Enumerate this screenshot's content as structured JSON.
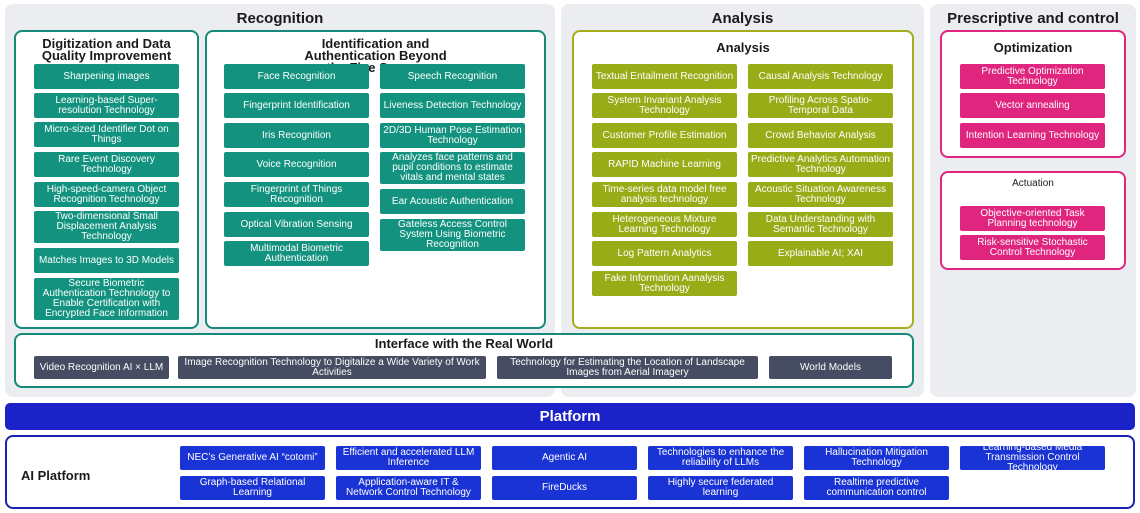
{
  "sections": {
    "recognition": "Recognition",
    "analysis": "Analysis",
    "prescriptive": "Prescriptive and control"
  },
  "digitization": {
    "title": "Digitization and Data Quality Improvement",
    "items": [
      "Sharpening images",
      "Learning-based Super-resolution Technology",
      "Micro-sized Identifier Dot on Things",
      "Rare Event Discovery Technology",
      "High-speed-camera Object Recognition Technology",
      "Two-dimensional Small Displacement Analysis Technology",
      "Matches Images to 3D Models",
      "Secure Biometric Authentication Technology to Enable Certification with Encrypted Face Information"
    ]
  },
  "identification": {
    "title": "Identification and Authentication Beyond the Five Senses",
    "left": [
      "Face Recognition",
      "Fingerprint Identification",
      "Iris Recognition",
      "Voice Recognition",
      "Fingerprint of Things Recognition",
      "Optical Vibration Sensing",
      "Multimodal Biometric Authentication"
    ],
    "right": [
      "Speech Recognition",
      "Liveness Detection Technology",
      "2D/3D Human Pose Estimation Technology",
      "Analyzes face patterns and pupil conditions to estimate vitals and mental states",
      "Ear Acoustic Authentication",
      "Gateless Access Control System Using Biometric Recognition"
    ]
  },
  "analysis_box": {
    "title": "Analysis",
    "left": [
      "Textual Entailment Recognition",
      "System Invariant Analysis Technology",
      "Customer Profile Estimation",
      "RAPID Machine Learning",
      "Time-series data model free analysis technology",
      "Heterogeneous Mixture Learning Technology",
      "Log Pattern Analytics",
      "Fake Information Aanalysis Technology"
    ],
    "right": [
      "Causal Analysis Technology",
      "Profiling Across Spatio-Temporal Data",
      "Crowd Behavior Analysis",
      "Predictive Analytics Automation Technology",
      "Acoustic Situation Awareness Technology",
      "Data Understanding with Semantic Technology",
      "Explainable AI; XAI"
    ]
  },
  "optimization": {
    "title": "Optimization",
    "items": [
      "Predictive Optimization Technology",
      "Vector annealing",
      "Intention Learning Technology"
    ]
  },
  "actuation": {
    "title": "Actuation",
    "items": [
      "Objective-oriented Task Planning technology",
      "Risk-sensitive Stochastic Control Technology"
    ]
  },
  "interface": {
    "title": "Interface with the Real World",
    "items": [
      "Video Recognition AI × LLM",
      "Image Recognition Technology to Digitalize a Wide Variety of Work Activities",
      "Technology for Estimating the Location of Landscape Images from Aerial Imagery",
      "World Models"
    ]
  },
  "platform": {
    "bar_label": "Platform",
    "ai_platform_label": "AI Platform",
    "row1": [
      "NEC’s Generative AI “cotomi”",
      "Efficient and accelerated LLM Inference",
      "Agentic AI",
      "Technologies to enhance the reliability of LLMs",
      "Hallucination Mitigation Technology",
      "Learning-based Media Transmission Control Technology"
    ],
    "row2": [
      "Graph-based Relational Learning",
      "Application-aware IT & Network Control Technology",
      "FireDucks",
      "Highly secure federated learning",
      "Realtime predictive communication control"
    ]
  },
  "colors": {
    "teal": "#13937f",
    "olive": "#98ac18",
    "pink": "#e0257f",
    "slate": "#464c61",
    "blue": "#1a33d4",
    "platform_bar": "#1b22c7"
  }
}
